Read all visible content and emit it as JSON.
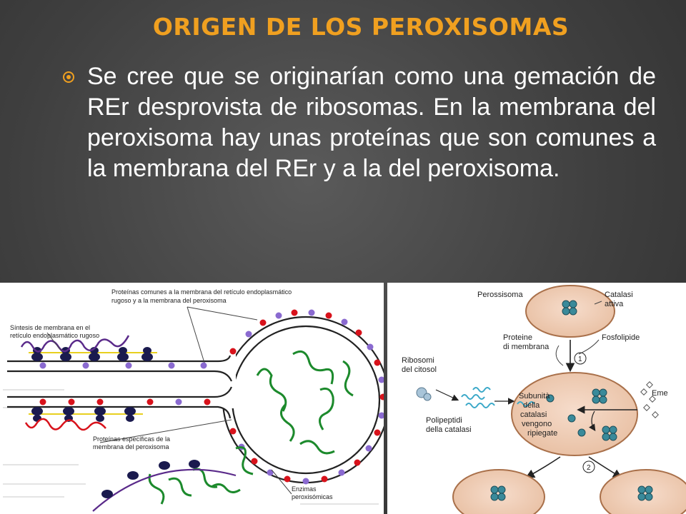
{
  "slide": {
    "title": "ORIGEN DE LOS PEROXISOMAS",
    "bullet": "Se cree que se originarían como una gemación de REr desprovista de ribosomas. En la membrana del peroxisoma hay unas proteínas que son comunes a la membrana del REr y a la del peroxisoma."
  },
  "left_figure": {
    "label_common_1": "Proteínas comunes a la membrana del retículo endoplasmático",
    "label_common_2": "rugoso y a la membrana del peroxisoma",
    "label_synth_1": "Síntesis de membrana en el",
    "label_synth_2": "retículo endoplasmático rugoso",
    "label_specific_1": "Proteínas específicas de la",
    "label_specific_2": "membrana del peroxisoma",
    "label_enzymes_1": "Enzimas",
    "label_enzymes_2": "peroxisómicas",
    "colors": {
      "red": "#d8121b",
      "purple": "#8a6ad0",
      "navy": "#1a1a4e",
      "green": "#1c8a2c",
      "line": "#222222"
    }
  },
  "right_figure": {
    "label_perossisoma": "Perossisoma",
    "label_catalasi_1": "Catalasi",
    "label_catalasi_2": "attiva",
    "label_proteine_1": "Proteine",
    "label_proteine_2": "di membrana",
    "label_fosfolipide": "Fosfolipide",
    "label_ribosomi_1": "Ribosomi",
    "label_ribosomi_2": "del citosol",
    "label_eme": "Eme",
    "label_polipeptidi_1": "Polipeptidi",
    "label_polipeptidi_2": "della catalasi",
    "label_subunita_1": "Subunità",
    "label_subunita_2": "della",
    "label_subunita_3": "catalasi",
    "label_subunita_4": "vengono",
    "label_subunita_5": "ripiegate",
    "step_1": "1",
    "step_2": "2",
    "colors": {
      "cell": "#efd0b8",
      "cell_edge": "#b07850",
      "protein": "#3a8a9a",
      "chain": "#3aa8c8"
    }
  }
}
